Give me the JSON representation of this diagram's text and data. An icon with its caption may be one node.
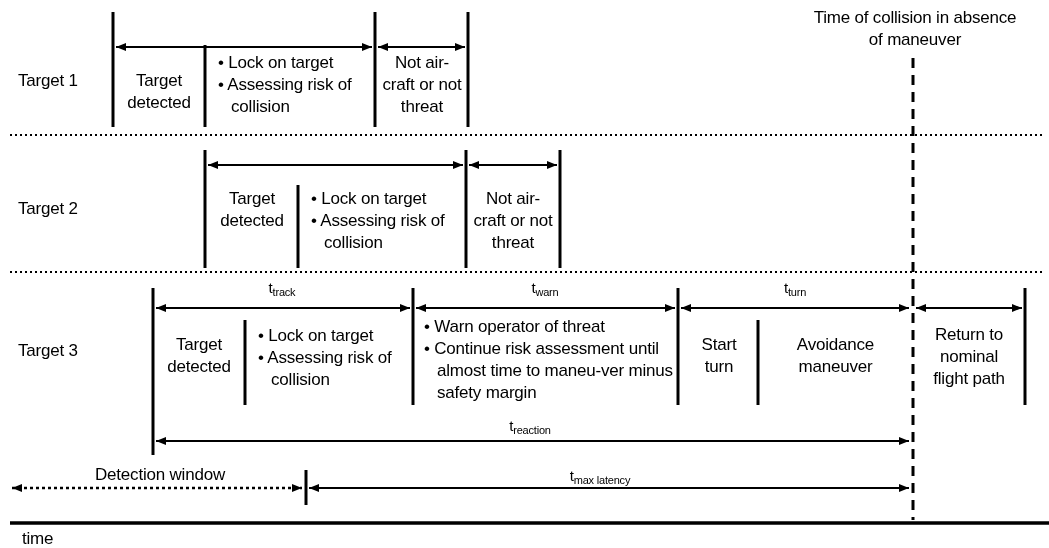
{
  "diagram": {
    "labels": [
      "Time of collision in absence of maneuver",
      "Target 1",
      "Target detected",
      "• Lock on target",
      "• Assessing risk of collision",
      "Not air-craft or not threat",
      "Target 2",
      "Target detected",
      "• Lock on target",
      "• Assessing risk of collision",
      "Not air-craft or not threat",
      "t$_{track}$",
      "t$_{warn}$",
      "t$_{turn}$",
      "Target 3",
      "Target detected",
      "• Lock on target",
      "• Assessing risk of collision",
      "• Warn operator of threat",
      "• Continue risk assessment until almost time to maneu-ver minus safety margin",
      "Start turn",
      "Avoidance maneuver",
      "Return to nominal flight path",
      "t$_{reaction}$",
      "Detection window",
      "t$_{max latency}$",
      "time"
    ]
  }
}
